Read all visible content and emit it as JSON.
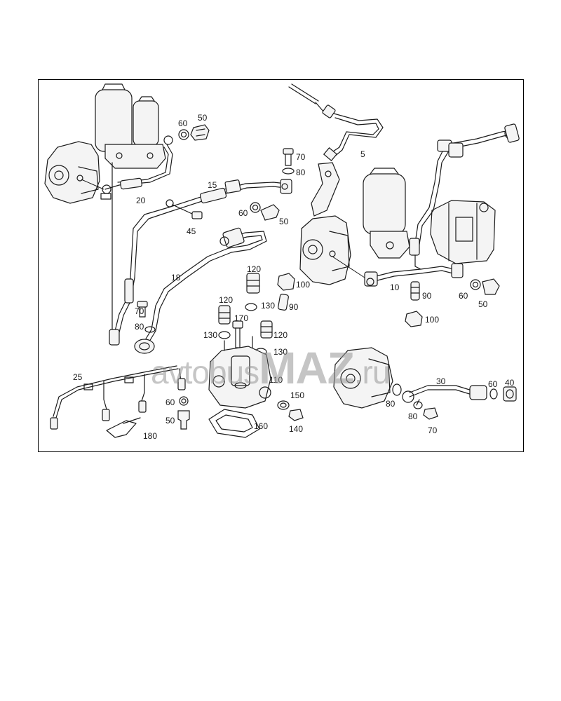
{
  "diagram": {
    "watermark": {
      "part1": "avtobus",
      "part2": "MAZ",
      "part3": ".ru"
    },
    "callouts": [
      {
        "id": "c-5",
        "text": "5"
      },
      {
        "id": "c-10",
        "text": "10"
      },
      {
        "id": "c-15",
        "text": "15"
      },
      {
        "id": "c-18",
        "text": "18"
      },
      {
        "id": "c-20",
        "text": "20"
      },
      {
        "id": "c-25",
        "text": "25"
      },
      {
        "id": "c-30",
        "text": "30"
      },
      {
        "id": "c-40",
        "text": "40"
      },
      {
        "id": "c-45",
        "text": "45"
      },
      {
        "id": "c-50a",
        "text": "50"
      },
      {
        "id": "c-50b",
        "text": "50"
      },
      {
        "id": "c-50c",
        "text": "50"
      },
      {
        "id": "c-50d",
        "text": "50"
      },
      {
        "id": "c-60a",
        "text": "60"
      },
      {
        "id": "c-60b",
        "text": "60"
      },
      {
        "id": "c-60c",
        "text": "60"
      },
      {
        "id": "c-60d",
        "text": "60"
      },
      {
        "id": "c-60e",
        "text": "60"
      },
      {
        "id": "c-70a",
        "text": "70"
      },
      {
        "id": "c-70b",
        "text": "70"
      },
      {
        "id": "c-70c",
        "text": "70"
      },
      {
        "id": "c-80a",
        "text": "80"
      },
      {
        "id": "c-80b",
        "text": "80"
      },
      {
        "id": "c-80c",
        "text": "80"
      },
      {
        "id": "c-80d",
        "text": "80"
      },
      {
        "id": "c-90a",
        "text": "90"
      },
      {
        "id": "c-90b",
        "text": "90"
      },
      {
        "id": "c-100a",
        "text": "100"
      },
      {
        "id": "c-100b",
        "text": "100"
      },
      {
        "id": "c-110",
        "text": "110"
      },
      {
        "id": "c-120a",
        "text": "120"
      },
      {
        "id": "c-120b",
        "text": "120"
      },
      {
        "id": "c-120c",
        "text": "120"
      },
      {
        "id": "c-130a",
        "text": "130"
      },
      {
        "id": "c-130b",
        "text": "130"
      },
      {
        "id": "c-130c",
        "text": "130"
      },
      {
        "id": "c-140",
        "text": "140"
      },
      {
        "id": "c-150",
        "text": "150"
      },
      {
        "id": "c-160",
        "text": "160"
      },
      {
        "id": "c-170",
        "text": "170"
      },
      {
        "id": "c-180",
        "text": "180"
      }
    ]
  }
}
